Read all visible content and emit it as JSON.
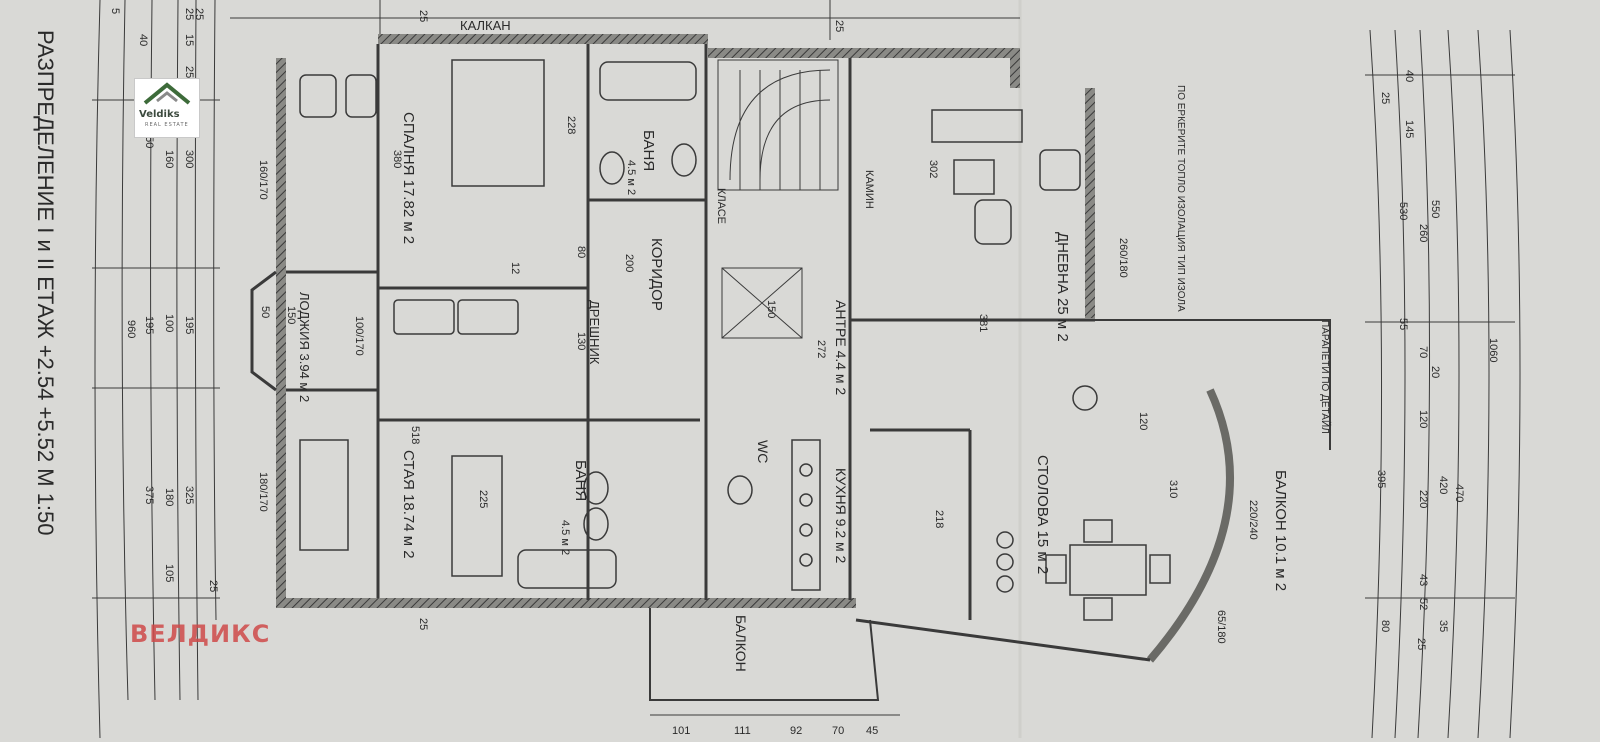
{
  "brand": {
    "logo_name": "Veldiks",
    "logo_sub": "REAL ESTATE",
    "watermark": "ВЕЛДИКС"
  },
  "title": "РАЗПРЕДЕЛЕНИЕ I и II ЕТАЖ +2.54 +5.52 М 1:50",
  "rooms": {
    "kalkan": "КАЛКАН",
    "bedroom": "СПАЛНЯ 17.82 м 2",
    "bath1": "БАНЯ",
    "bath1_area": "4.5 м 2",
    "corridor": "КОРИДОР",
    "loggia": "ЛОДЖИЯ 3.94 м 2",
    "room": "СТАЯ 18.74 м 2",
    "dressing": "ДРЕШНИК",
    "bath2": "БАНЯ",
    "bath2_area": "4.5 м 2",
    "wc": "WC",
    "antre": "АНТРЕ 4.4 м 2",
    "kitchen": "КУХНЯ 9.2 м 2",
    "living": "ДНЕВНА 25 м 2",
    "dining": "СТОЛОВА 15 м 2",
    "balcony_right": "БАЛКОН 10.1 м 2",
    "balcony_bottom": "БАЛКОН",
    "chimney": "КАМИН"
  },
  "notes": {
    "insulation": "ПО ЕРКЕРИТЕ ТОПЛО ИЗОЛАЦИЯ ТИП ИЗОЛА",
    "parapets": "ПАРАПЕТИ ПО ДЕТАЙЛ",
    "stair": "КЛАСЕ"
  },
  "dims": {
    "left_outer": [
      "5",
      "25",
      "15",
      "40",
      "25"
    ],
    "left_total": "960",
    "left_a": [
      "350",
      "160",
      "300"
    ],
    "left_b": [
      "195",
      "100",
      "195",
      "375",
      "180",
      "325",
      "105",
      "25"
    ],
    "right_outer": [
      "550",
      "530",
      "260",
      "1060",
      "395",
      "470"
    ],
    "right_a": [
      "40",
      "25",
      "145",
      "55",
      "70",
      "20",
      "120",
      "220",
      "420",
      "43",
      "52",
      "35",
      "80",
      "25"
    ],
    "top": [
      "25",
      "25",
      "25",
      "25"
    ],
    "bottom": [
      "101",
      "111",
      "92",
      "70",
      "45"
    ],
    "inner": [
      "160/170",
      "50",
      "150",
      "100/170",
      "180/170",
      "260/180",
      "228",
      "380",
      "302",
      "381",
      "518",
      "225",
      "310",
      "272",
      "218",
      "220/240",
      "65/180",
      "120",
      "200",
      "80",
      "12",
      "130",
      "150"
    ]
  },
  "colors": {
    "paper": "#d9d9d6",
    "ink": "#3a3a3a",
    "watermark": "#cf4a4a"
  }
}
